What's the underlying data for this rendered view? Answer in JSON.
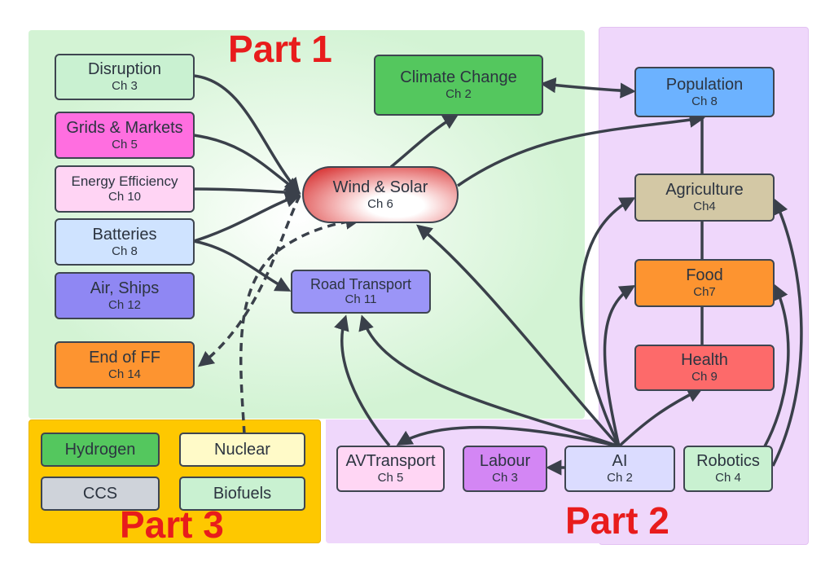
{
  "parts": {
    "part1": "Part 1",
    "part2": "Part 2",
    "part3": "Part 3"
  },
  "nodes": {
    "disruption": {
      "title": "Disruption",
      "chapter": "Ch 3",
      "color": "#c9f1d1"
    },
    "grids_markets": {
      "title": "Grids & Markets",
      "chapter": "Ch 5",
      "color": "#ff6ee0"
    },
    "energy_efficiency": {
      "title": "Energy Efficiency",
      "chapter": "Ch 10",
      "color": "#ffd4f4"
    },
    "batteries": {
      "title": "Batteries",
      "chapter": "Ch 8",
      "color": "#cfe3ff"
    },
    "air_ships": {
      "title": "Air, Ships",
      "chapter": "Ch 12",
      "color": "#8f87f3"
    },
    "end_of_ff": {
      "title": "End of FF",
      "chapter": "Ch 14",
      "color": "#fd9430"
    },
    "climate_change": {
      "title": "Climate Change",
      "chapter": "Ch 2",
      "color": "#54c75e"
    },
    "wind_solar": {
      "title": "Wind & Solar",
      "chapter": "Ch 6",
      "color": "#d21a1a"
    },
    "road_transport": {
      "title": "Road Transport",
      "chapter": "Ch 11",
      "color": "#9b95f7"
    },
    "population": {
      "title": "Population",
      "chapter": "Ch 8",
      "color": "#6cb2ff"
    },
    "agriculture": {
      "title": "Agriculture",
      "chapter": "Ch4",
      "color": "#d3c8a5"
    },
    "food": {
      "title": "Food",
      "chapter": "Ch7",
      "color": "#fd9430"
    },
    "health": {
      "title": "Health",
      "chapter": "Ch 9",
      "color": "#fd6a6a"
    },
    "av_transport": {
      "title": "AVTransport",
      "chapter": "Ch 5",
      "color": "#ffd6f4"
    },
    "labour": {
      "title": "Labour",
      "chapter": "Ch 3",
      "color": "#d386f4"
    },
    "ai": {
      "title": "AI",
      "chapter": "Ch 2",
      "color": "#dbdcff"
    },
    "robotics": {
      "title": "Robotics",
      "chapter": "Ch 4",
      "color": "#c9f1d1"
    }
  },
  "technologies": {
    "hydrogen": {
      "title": "Hydrogen",
      "color": "#54c75e"
    },
    "nuclear": {
      "title": "Nuclear",
      "color": "#fffac8"
    },
    "ccs": {
      "title": "CCS",
      "color": "#cfd3da"
    },
    "biofuels": {
      "title": "Biofuels",
      "color": "#c9f1d1"
    }
  },
  "colors": {
    "part1_bg": "#d3f3d4",
    "part2_bg": "#efd7fb",
    "part3_bg": "#fec800",
    "part_title": "#e81c1c",
    "edge": "#3a404a"
  }
}
